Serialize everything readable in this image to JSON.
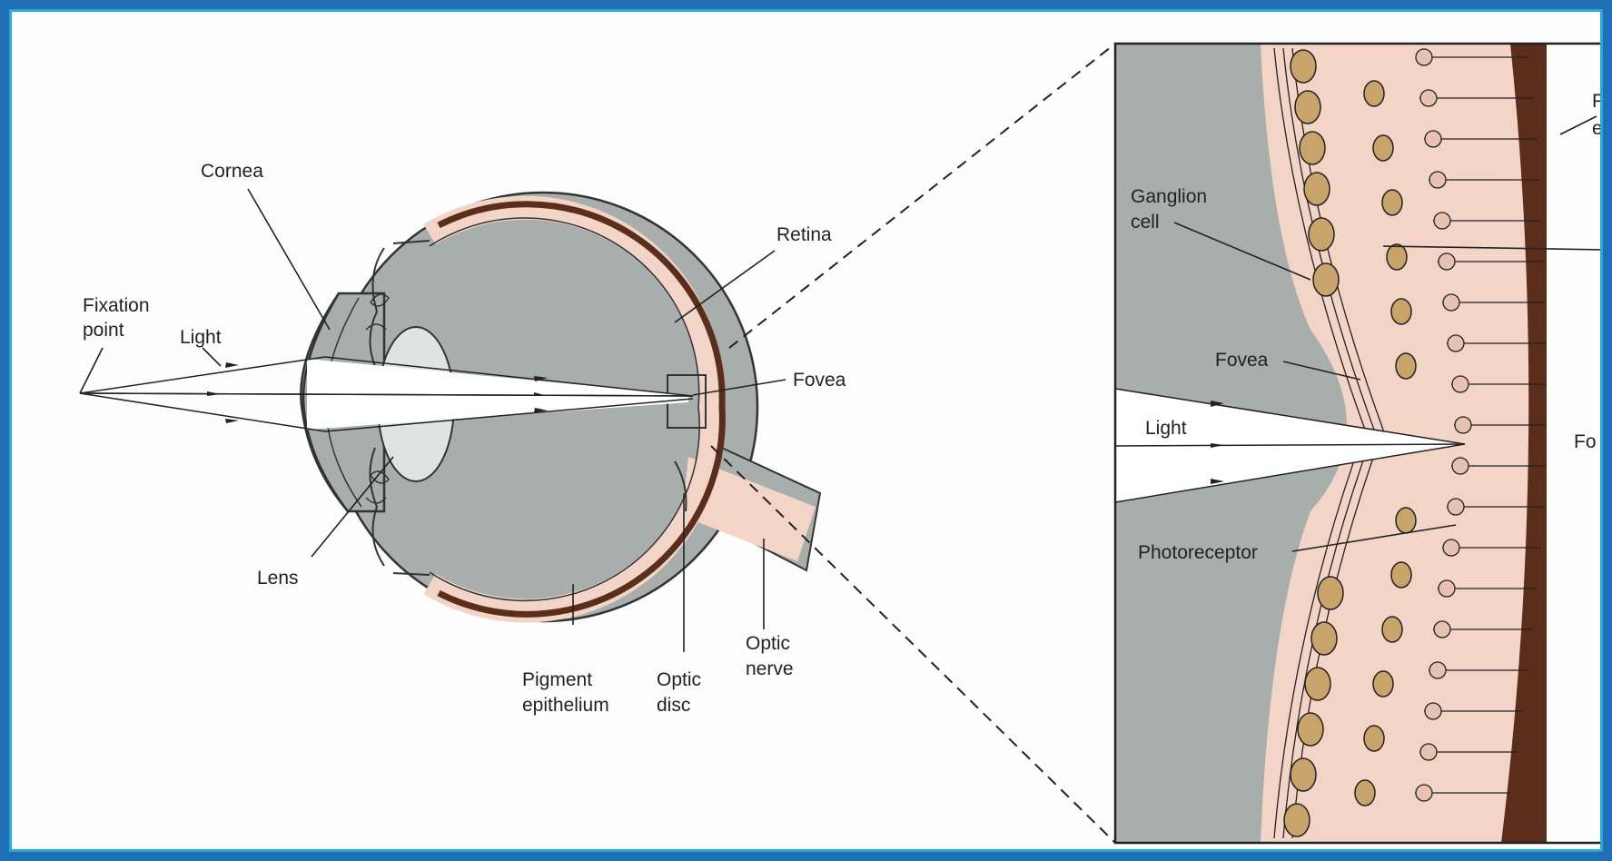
{
  "labels": {
    "cornea": "Cornea",
    "fixation_line1": "Fixation",
    "fixation_line2": "point",
    "light_left": "Light",
    "lens": "Lens",
    "retina": "Retina",
    "fovea": "Fovea",
    "pigment_line1": "Pigment",
    "pigment_line2": "epithelium",
    "optic_disc_line1": "Optic",
    "optic_disc_line2": "disc",
    "optic_nerve_line1": "Optic",
    "optic_nerve_line2": "nerve",
    "ganglion_line1": "Ganglion",
    "ganglion_line2": "cell",
    "fovea_right": "Fovea",
    "light_right": "Light",
    "photoreceptor": "Photoreceptor",
    "cut_right_1": "P",
    "cut_right_2": "e",
    "cut_right_fovea": "Fo"
  },
  "colors": {
    "frame": "#1f6fb7",
    "gray_tissue": "#a8aeab",
    "pink_retina": "#f3d5c8",
    "pigment_brown": "#5a2e1a",
    "cell_tan": "#c9a46a"
  }
}
